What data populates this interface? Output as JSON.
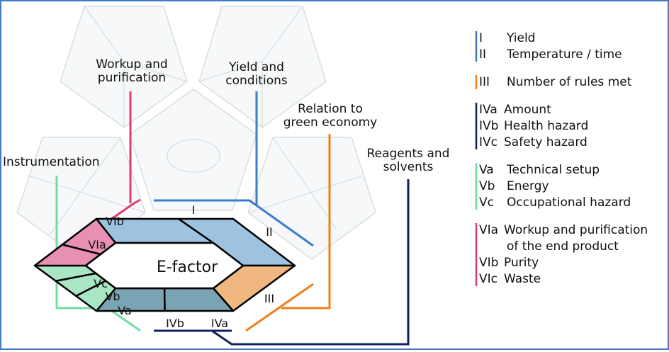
{
  "diagram": {
    "center_label": "E-factor",
    "categories": [
      {
        "id": "yield_conditions",
        "lines": [
          "Yield and",
          "conditions"
        ],
        "color": "#3a7bd0"
      },
      {
        "id": "workup",
        "lines": [
          "Workup and",
          "purification"
        ],
        "color": "#e23c6a"
      },
      {
        "id": "green",
        "lines": [
          "Relation to",
          "green economy"
        ],
        "color": "#f07f1a"
      },
      {
        "id": "reagents",
        "lines": [
          "Reagents and",
          "solvents"
        ],
        "color": "#12215e"
      },
      {
        "id": "instrumentation",
        "lines": [
          "Instrumentation"
        ],
        "color": "#6fdca4"
      }
    ],
    "segments": [
      {
        "label": "I",
        "fill": "#9ec3e0"
      },
      {
        "label": "II",
        "fill": "#9ec3e0"
      },
      {
        "label": "III",
        "fill": "#f0b880"
      },
      {
        "label": "IVa",
        "fill": "#7aa3b3"
      },
      {
        "label": "IVb",
        "fill": "#7aa3b3"
      },
      {
        "label": "Va",
        "fill": "#a8e6c4"
      },
      {
        "label": "Vb",
        "fill": "#a8e6c4"
      },
      {
        "label": "Vc",
        "fill": "#a8e6c4"
      },
      {
        "label": "VIa",
        "fill": "#e890b4"
      },
      {
        "label": "VIb",
        "fill": "#e890b4"
      }
    ]
  },
  "legend": {
    "groups": [
      {
        "color": "#3a7bd0",
        "items": [
          [
            "I",
            "Yield"
          ],
          [
            "II",
            "Temperature / time"
          ]
        ]
      },
      {
        "color": "#f07f1a",
        "items": [
          [
            "III",
            "Number of rules met"
          ]
        ]
      },
      {
        "color": "#12215e",
        "items": [
          [
            "IVa",
            "Amount"
          ],
          [
            "IVb",
            "Health hazard"
          ],
          [
            "IVc",
            "Safety hazard"
          ]
        ]
      },
      {
        "color": "#6fdca4",
        "items": [
          [
            "Va",
            "Technical setup"
          ],
          [
            "Vb",
            "Energy"
          ],
          [
            "Vc",
            "Occupational hazard"
          ]
        ]
      },
      {
        "color": "#e23c6a",
        "items": [
          [
            "VIa",
            "Workup and purification"
          ],
          [
            "",
            "of the end product"
          ],
          [
            "VIb",
            "Purity"
          ],
          [
            "VIc",
            "Waste"
          ]
        ]
      }
    ]
  }
}
